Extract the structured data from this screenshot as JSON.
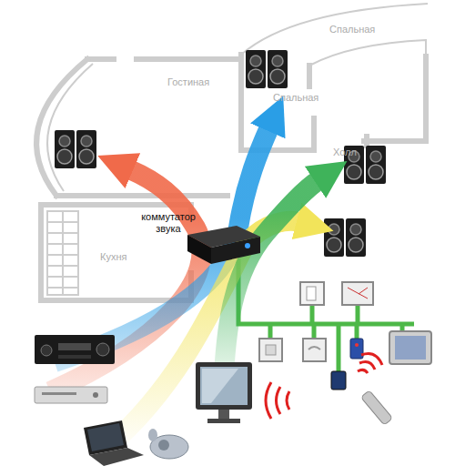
{
  "diagram": {
    "nodes": [
      {
        "text": [
          "коммутатор звука"
        ]
      }
    ],
    "labels": [
      "Спальная",
      "Гостиная",
      "Спальная",
      "Холл",
      "Кухня"
    ]
  }
}
